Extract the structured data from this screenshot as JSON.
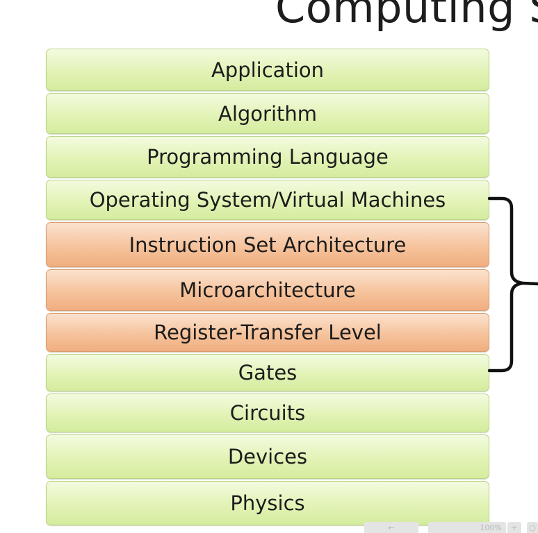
{
  "slide": {
    "title": "Computing S"
  },
  "layers": [
    {
      "label": "Application",
      "color": "green"
    },
    {
      "label": "Algorithm",
      "color": "green"
    },
    {
      "label": "Programming Language",
      "color": "green"
    },
    {
      "label": "Operating System/Virtual Machines",
      "color": "green"
    },
    {
      "label": "Instruction Set Architecture",
      "color": "orange"
    },
    {
      "label": "Microarchitecture",
      "color": "orange"
    },
    {
      "label": "Register-Transfer Level",
      "color": "orange"
    },
    {
      "label": "Gates",
      "color": "green"
    },
    {
      "label": "Circuits",
      "color": "green"
    },
    {
      "label": "Devices",
      "color": "green"
    },
    {
      "label": "Physics",
      "color": "green"
    }
  ],
  "colors": {
    "green_fill": "#e2f3b6",
    "orange_fill": "#f6c39c",
    "text": "#1c1c1c",
    "brace": "#111111"
  },
  "viewer_controls": {
    "zoom_text": "100%"
  }
}
